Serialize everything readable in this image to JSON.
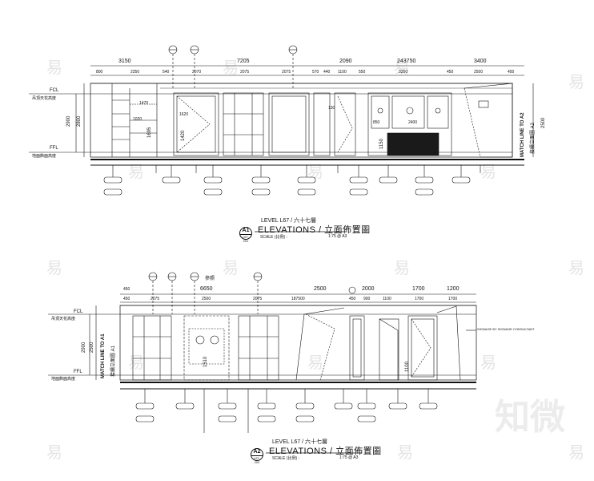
{
  "watermark": {
    "glyph": "易",
    "brand": "知微"
  },
  "elevation_a1": {
    "level": "LEVEL L67 / 六十七層",
    "title": "ELEVATIONS / 立面佈置圖",
    "tag": "A1",
    "tag_sub": "L67-201",
    "scale": "SCALE (比例) :",
    "scale_value": "1:75 @ A3",
    "dims_top": [
      "3150",
      "7205",
      "2090",
      "243750",
      "3400"
    ],
    "dims_second": [
      "800",
      "2350",
      "540",
      "2070",
      "2075",
      "2075",
      "570",
      "440",
      "1100",
      "550",
      "3250",
      "450",
      "2500",
      "450"
    ],
    "level_fcl": "FCL",
    "level_fcl_sub": "吊頂天花高度",
    "level_ffl": "FFL",
    "level_ffl_sub": "地面飾面高度",
    "height_2900": "2900",
    "height_2800": "2800",
    "height_2500": "2500",
    "match_line": "MATCH LINE TO A2",
    "match_line_sub": "接續立面圖 A2",
    "inner_dims": [
      "1470",
      "1620",
      "1020",
      "1695",
      "1420",
      "130",
      "850",
      "2400",
      "1150"
    ]
  },
  "elevation_a2": {
    "level": "LEVEL L67 / 六十七層",
    "title": "ELEVATIONS / 立面佈置圖",
    "tag": "A2",
    "tag_sub": "L67-202",
    "scale": "SCALE (比例) :",
    "scale_value": "1:75 @ A3",
    "ref_label": "參照",
    "dims_top": [
      "450",
      "6650",
      "2500",
      "2000",
      "1700",
      "1200"
    ],
    "dims_second": [
      "450",
      "2075",
      "2500",
      "2075",
      "187500",
      "450",
      "900",
      "1100",
      "1700",
      "1700"
    ],
    "level_fcl": "FCL",
    "level_fcl_sub": "吊頂天花高度",
    "level_ffl": "FFL",
    "level_ffl_sub": "地面飾面高度",
    "height_2900": "2900",
    "height_2500": "2500",
    "match_line": "MATCH LINE TO A1",
    "match_line_sub": "接續立面圖 A1",
    "inner_dims": [
      "1510",
      "1100"
    ],
    "note": "SIGNAGE BY SIGNAGE CONSULTANT"
  },
  "colors": {
    "line": "#111111",
    "watermark": "#e4e4e4",
    "dark_panel": "#1a1a1a"
  }
}
